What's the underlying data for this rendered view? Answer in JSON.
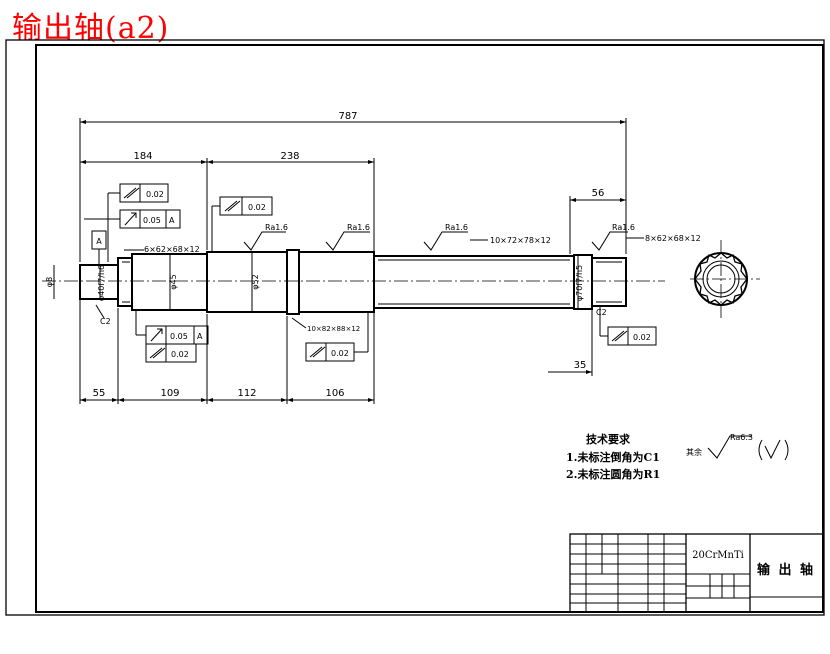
{
  "title": "输出轴(a2)",
  "dimensions": {
    "overall": "787",
    "d184": "184",
    "d238": "238",
    "d56": "56",
    "d55": "55",
    "d109": "109",
    "d112": "112",
    "d106": "106",
    "d35": "35"
  },
  "diameters": {
    "d1": "φ40f7/h6",
    "d2": "φ45",
    "d3": "φ52",
    "d4": "φ70f7/h5",
    "left_end": "φ8"
  },
  "tolerances": {
    "t1_sym": "∕∕",
    "t1_val": "0.02",
    "t2_sym": "↗",
    "t2_val": "0.05",
    "t2_ref": "A",
    "t3_val": "0.02",
    "t4_val": "0.05",
    "t4_ref": "A",
    "t5_val": "0.02",
    "t6_val": "0.02",
    "t7_val": "0.02"
  },
  "datum": "A",
  "splines": {
    "s1": "6×62×68×12",
    "s2": "10×72×78×12",
    "s3": "8×62×68×12",
    "s4": "10×82×88×12"
  },
  "roughness": {
    "r1": "Ra1.6",
    "r2": "Ra1.6",
    "r3": "Ra1.6",
    "r4": "Ra1.6",
    "rest": "Ra6.3",
    "rest_label": "其余"
  },
  "chamfers": {
    "c1": "C2",
    "c2": "C2"
  },
  "tech_req": {
    "heading": "技术要求",
    "line1": "1.未标注倒角为C1",
    "line2": "2.未标注圆角为R1"
  },
  "title_block": {
    "material": "20CrMnTi",
    "part_name": "输 出 轴"
  }
}
